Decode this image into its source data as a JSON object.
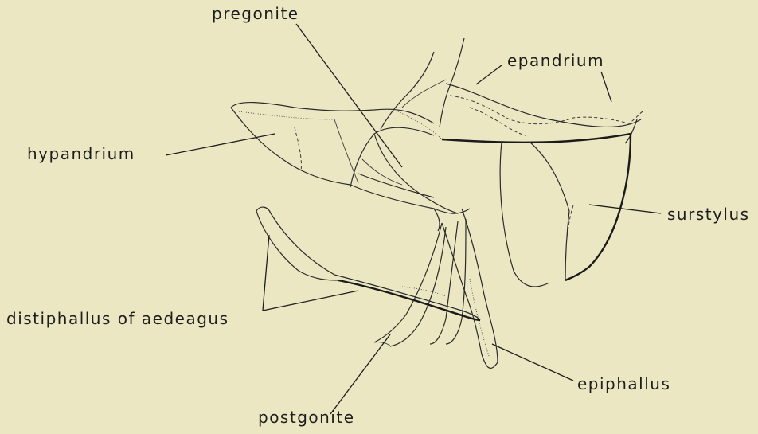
{
  "labels": {
    "pregonite": "pregonite",
    "epandrium": "epandrium",
    "hypandrium": "hypandrium",
    "surstylus": "surstylus",
    "distiphallus": "distiphallus of aedeagus",
    "epiphallus": "epiphallus",
    "postgonite": "postgonite"
  },
  "colors": {
    "background": "#ece7c3",
    "ink": "#1d1d1d"
  }
}
